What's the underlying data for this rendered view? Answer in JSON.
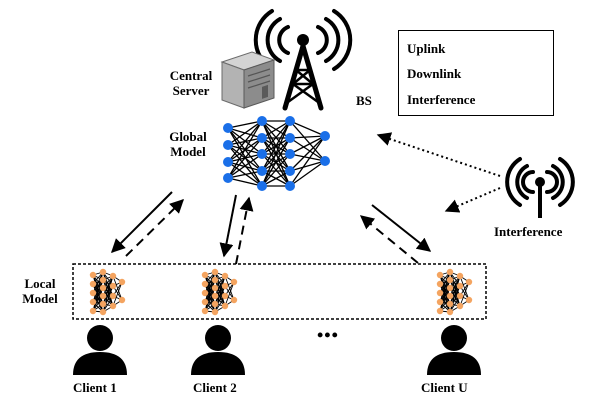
{
  "labels": {
    "central_server": "Central Server",
    "bs": "BS",
    "global_model": "Global Model",
    "interference": "Interference",
    "local_model": "Local Model",
    "ellipsis": "•••",
    "clients": [
      "Client 1",
      "Client 2",
      "Client U"
    ]
  },
  "legend": {
    "items": [
      {
        "label": "Uplink",
        "style": "dashed"
      },
      {
        "label": "Downlink",
        "style": "solid"
      },
      {
        "label": "Interference",
        "style": "dotted"
      }
    ]
  },
  "colors": {
    "global_node": "#1a6fe8",
    "local_node": "#f4a460",
    "line": "#000000",
    "server_body": "#9a9a9a"
  }
}
